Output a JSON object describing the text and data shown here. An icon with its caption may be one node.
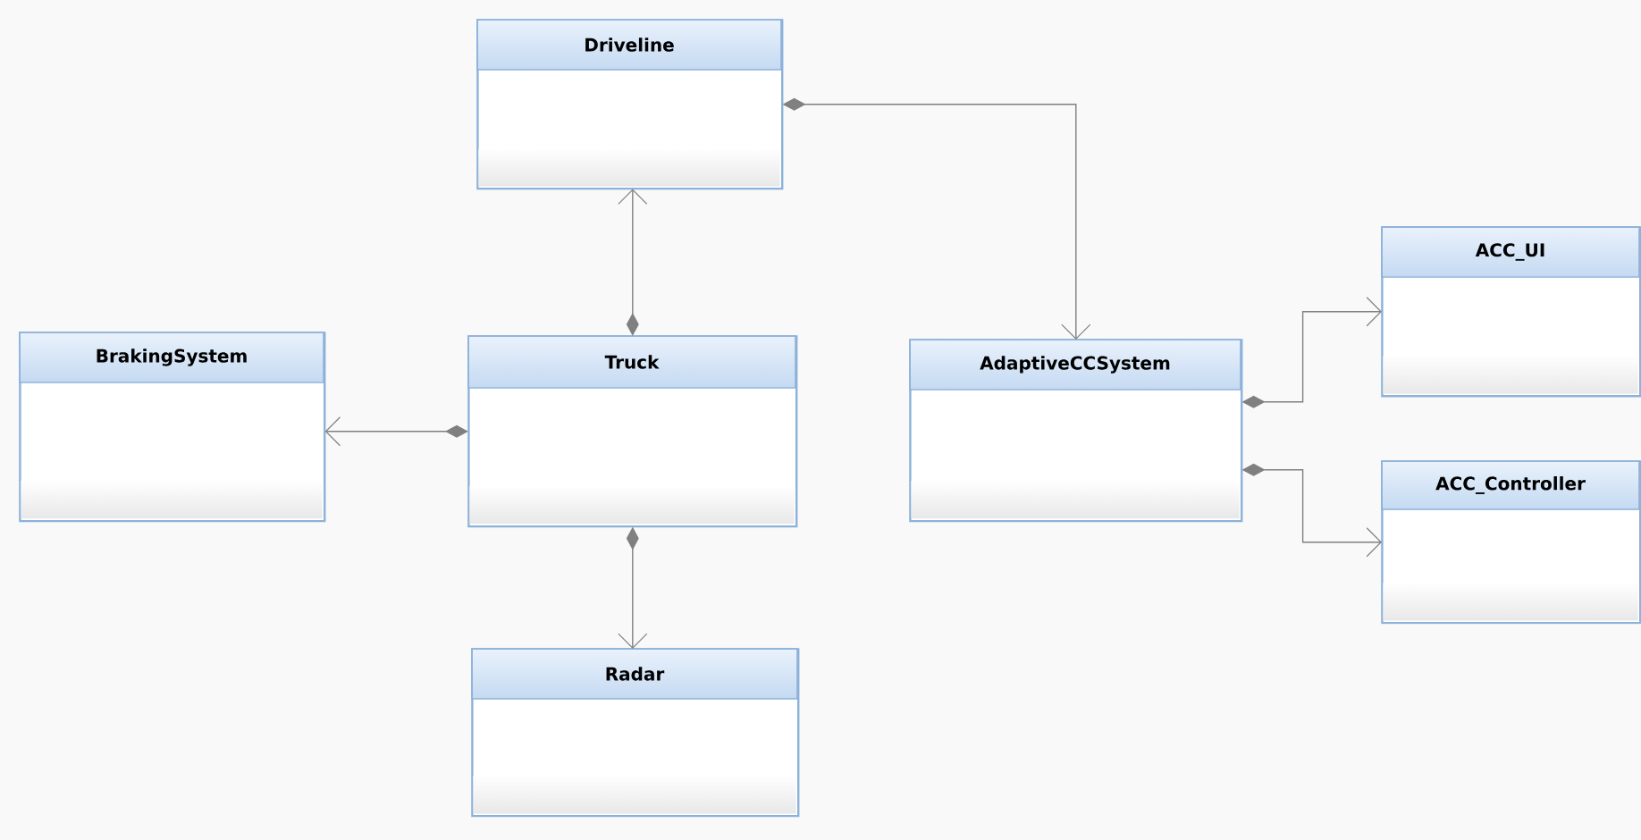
{
  "diagram": {
    "nodes": [
      {
        "text": [
          "Driveline"
        ]
      },
      {
        "text": [
          "BrakingSystem"
        ]
      },
      {
        "text": [
          "Truck"
        ]
      },
      {
        "text": [
          "AdaptiveCCSystem"
        ]
      },
      {
        "text": [
          "ACC_UI"
        ]
      },
      {
        "text": [
          "ACC_Controller"
        ]
      },
      {
        "text": [
          "Radar"
        ]
      }
    ],
    "edges": [
      {
        "from": 2,
        "to": 0,
        "arrow": "to"
      },
      {
        "from": 0,
        "to": 3,
        "arrow": "to"
      },
      {
        "from": 2,
        "to": 1,
        "arrow": "to"
      },
      {
        "from": 2,
        "to": 6,
        "arrow": "to"
      },
      {
        "from": 3,
        "to": 4,
        "arrow": "to"
      },
      {
        "from": 3,
        "to": 5,
        "arrow": "to"
      }
    ]
  }
}
